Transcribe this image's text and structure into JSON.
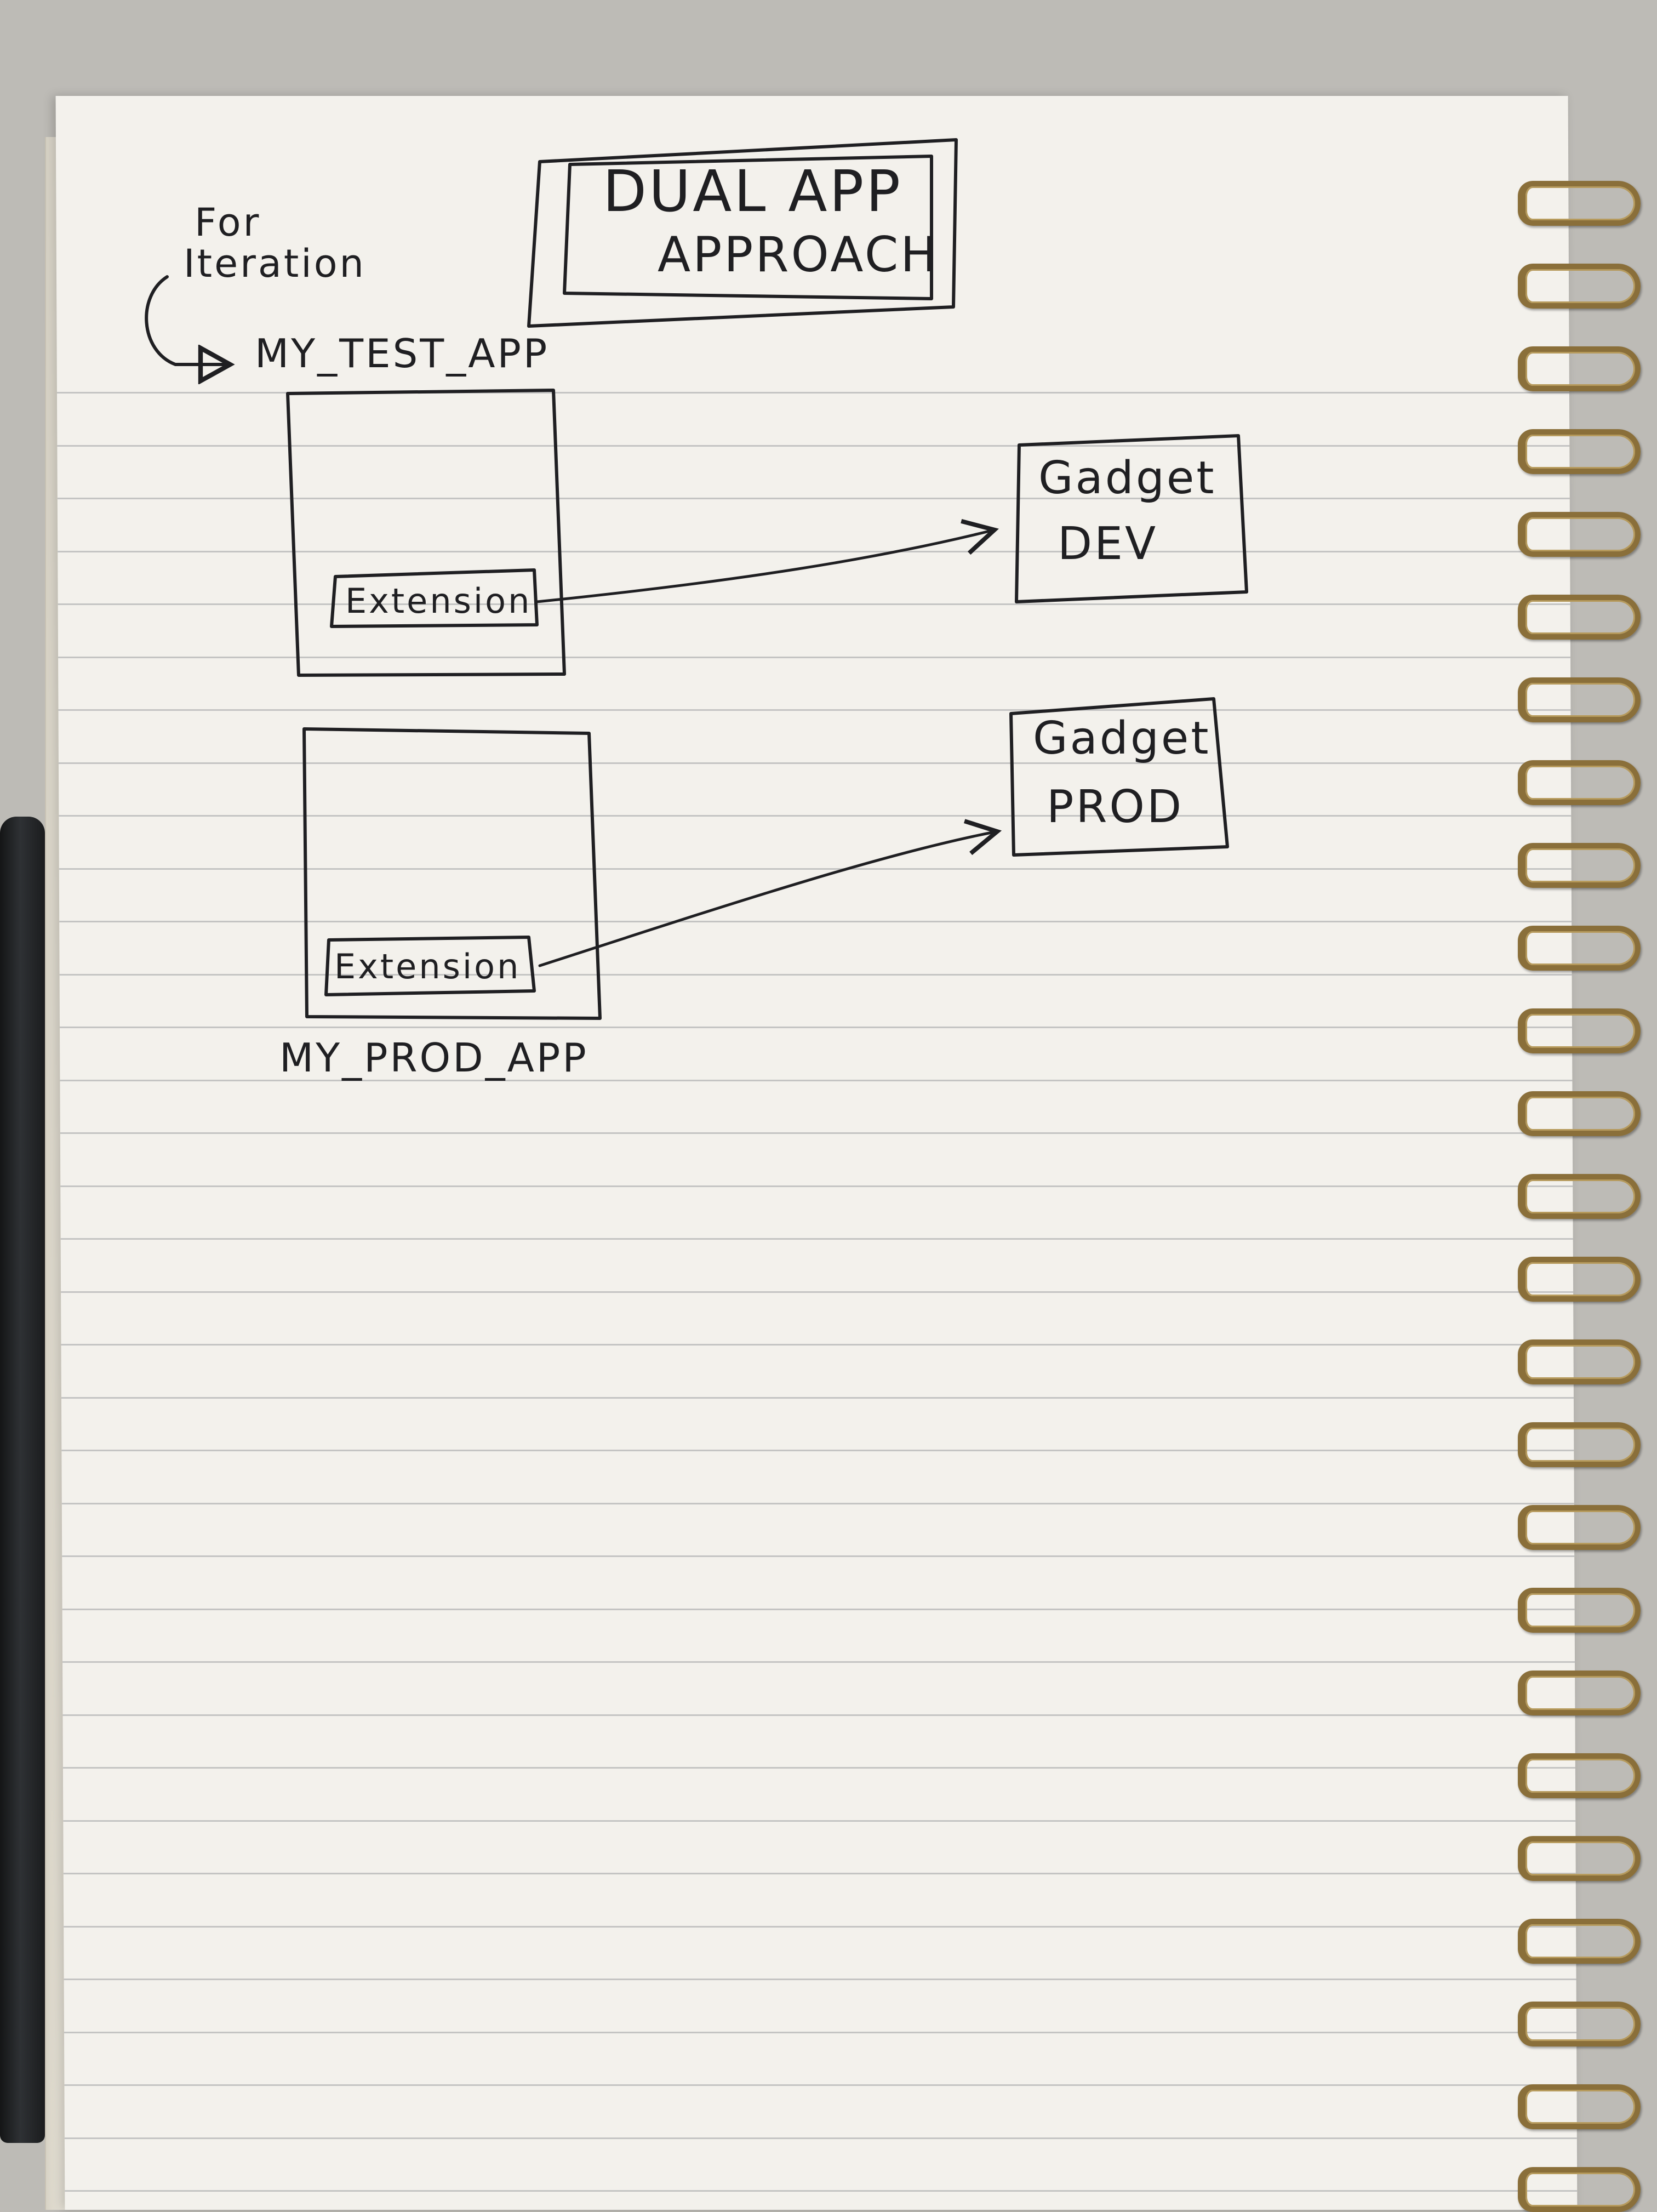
{
  "diagram": {
    "title_line1": "DUAL APP",
    "title_line2": "APPROACH",
    "note_line1": "For",
    "note_line2": "Iteration",
    "test_app": {
      "name": "MY_TEST_APP",
      "extension_label": "Extension"
    },
    "prod_app": {
      "name": "MY_PROD_APP",
      "extension_label": "Extension"
    },
    "gadget_dev": {
      "line1": "Gadget",
      "line2": "DEV"
    },
    "gadget_prod": {
      "line1": "Gadget",
      "line2": "PROD"
    },
    "edges": [
      {
        "from": "test_app.extension",
        "to": "gadget_dev"
      },
      {
        "from": "prod_app.extension",
        "to": "gadget_prod"
      }
    ]
  },
  "colors": {
    "ink": "#1f1f22",
    "paper": "#f3f1ec",
    "ruled_line": "#8c9094",
    "spiral": "#8a6f3a",
    "pen": "#1b1c1e",
    "table": "#bdbbb6"
  }
}
